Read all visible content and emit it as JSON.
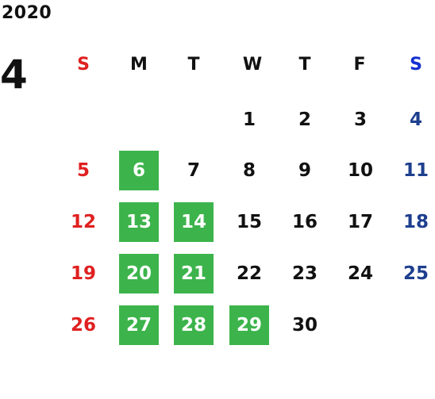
{
  "calendar": {
    "year": "2020",
    "month": "4",
    "weekdays": [
      "S",
      "M",
      "T",
      "W",
      "T",
      "F",
      "S"
    ],
    "weeks": [
      [
        {
          "d": ""
        },
        {
          "d": ""
        },
        {
          "d": ""
        },
        {
          "d": "1"
        },
        {
          "d": "2"
        },
        {
          "d": "3"
        },
        {
          "d": "4"
        }
      ],
      [
        {
          "d": "5"
        },
        {
          "d": "6",
          "hl": true
        },
        {
          "d": "7"
        },
        {
          "d": "8"
        },
        {
          "d": "9"
        },
        {
          "d": "10"
        },
        {
          "d": "11"
        }
      ],
      [
        {
          "d": "12"
        },
        {
          "d": "13",
          "hl": true
        },
        {
          "d": "14",
          "hl": true
        },
        {
          "d": "15"
        },
        {
          "d": "16"
        },
        {
          "d": "17"
        },
        {
          "d": "18"
        }
      ],
      [
        {
          "d": "19"
        },
        {
          "d": "20",
          "hl": true
        },
        {
          "d": "21",
          "hl": true
        },
        {
          "d": "22"
        },
        {
          "d": "23"
        },
        {
          "d": "24"
        },
        {
          "d": "25"
        }
      ],
      [
        {
          "d": "26"
        },
        {
          "d": "27",
          "hl": true
        },
        {
          "d": "28",
          "hl": true
        },
        {
          "d": "29",
          "hl": true
        },
        {
          "d": "30"
        },
        {
          "d": ""
        },
        {
          "d": ""
        }
      ]
    ],
    "colors": {
      "highlight": "#3cb44b",
      "sunday": "#e02020",
      "saturday": "#1e3f8e",
      "saturday_header": "#1530d0",
      "text": "#111111"
    }
  }
}
